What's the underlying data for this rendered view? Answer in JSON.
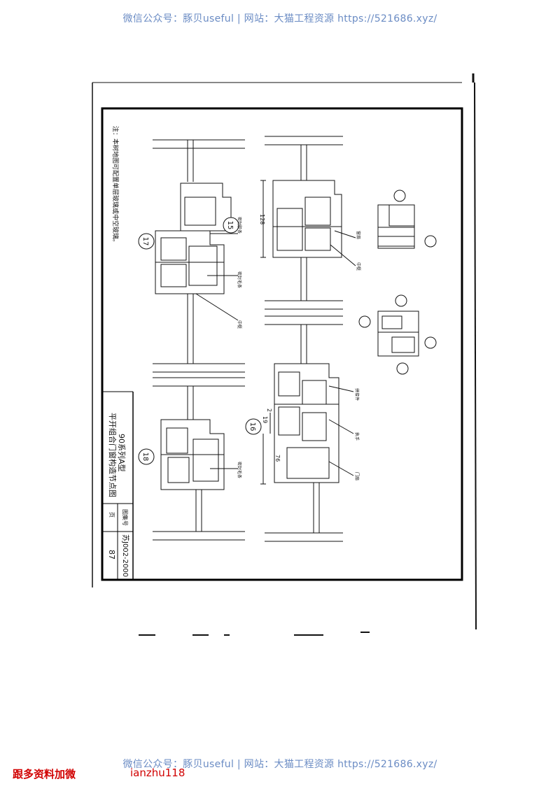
{
  "watermark": {
    "top": "微信公众号：豚贝useful | 网站：大猫工程资源 https://521686.xyz/",
    "bottom": "微信公众号：豚贝useful | 网站：大猫工程资源 https://521686.xyz/"
  },
  "footer": {
    "left": "跟多资料加微",
    "id": "ianzhu118"
  },
  "sheet": {
    "note": "注：本树地图可配置单层玻璃或中空玻璃。",
    "title_line1": "90系列A型",
    "title_line2": "平开组合门窗构造节点图",
    "atlas_label": "图集号",
    "atlas_no": "苏J002-2000",
    "page_label": "页",
    "page_no": "87"
  },
  "callouts": {
    "c15": "15",
    "c16": "16",
    "c17": "17",
    "c18": "18"
  },
  "dimensions": {
    "d128": "128",
    "d76": "76",
    "d19": "19",
    "d2": "2"
  },
  "labels": {
    "l1": "密封胶条",
    "l2": "密封毛条",
    "l3": "中梃",
    "l4": "拼接件",
    "l5": "执手",
    "l6": "门扇",
    "l7": "密封毛条",
    "l8": "窗扇",
    "l9": "中梃"
  }
}
